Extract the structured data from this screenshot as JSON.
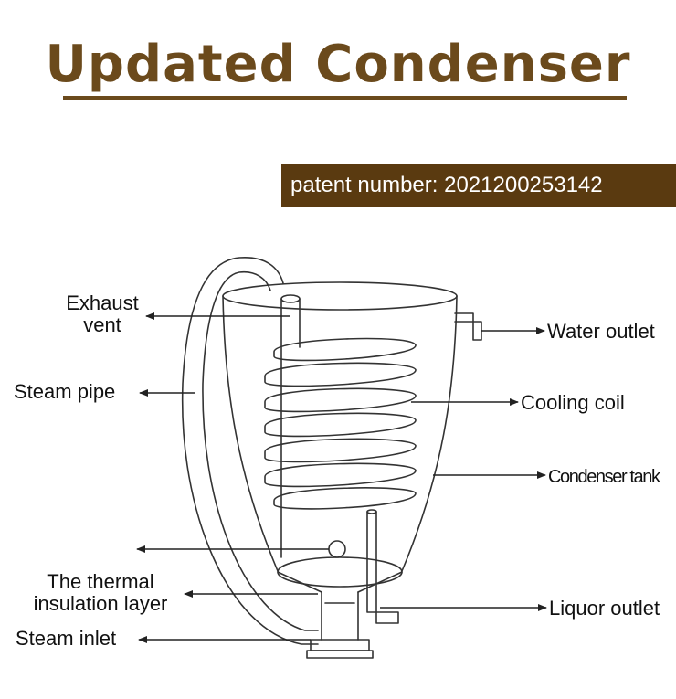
{
  "title": "Updated Condenser",
  "patent": "patent number:  2021200253142",
  "colors": {
    "brown": "#6b4a1c",
    "patent_bg": "#5a3a10",
    "line": "#333333"
  },
  "labels": {
    "exhaust_vent": "Exhaust\nvent",
    "steam_pipe": "Steam pipe",
    "thermal_layer": "The thermal\ninsulation layer",
    "steam_inlet": "Steam inlet",
    "water_outlet": "Water outlet",
    "cooling_coil": "Cooling coil",
    "condenser_tank": "Condenser tank",
    "liquor_outlet": "Liquor outlet"
  }
}
